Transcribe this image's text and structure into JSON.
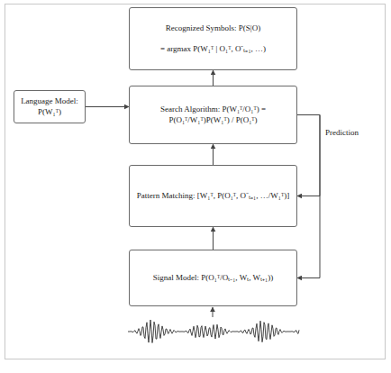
{
  "diagram": {
    "nodes": [
      {
        "text": [
          "Recognized Symbols: P(S|O)",
          "= argmax P(W₁ᵀ | O₁ᵀ, O⁻ₜ₌₁, …)"
        ]
      },
      {
        "text": [
          "Language Model: P(W₁ᵀ)"
        ]
      },
      {
        "text": [
          "Search Algorithm: P(W₁ᵀ/O₁ᵀ) = P(O₁ᵀ/W₁ᵀ)P(W₁ᵀ) / P(O₁ᵀ)"
        ]
      },
      {
        "text": [
          "Pattern Matching: [W₁ᵀ, P(O₁ᵀ, O⁻ₜ₌₁, …/W₁ᵀ)]"
        ]
      },
      {
        "text": [
          "Signal Model: P(O₁ᵀ/Oₜ₋₁, Wₜ, Wₜ₊₁))"
        ]
      }
    ],
    "edges": [
      {
        "from": 4,
        "to": 3,
        "arrow": "to"
      },
      {
        "from": 3,
        "to": 2,
        "arrow": "to"
      },
      {
        "from": 2,
        "to": 0,
        "arrow": "to"
      },
      {
        "from": 1,
        "to": 2,
        "arrow": "to"
      },
      {
        "from": 2,
        "to": 3,
        "arrow": "to",
        "label": "Prediction"
      },
      {
        "from": 2,
        "to": 4,
        "arrow": "to"
      }
    ]
  }
}
